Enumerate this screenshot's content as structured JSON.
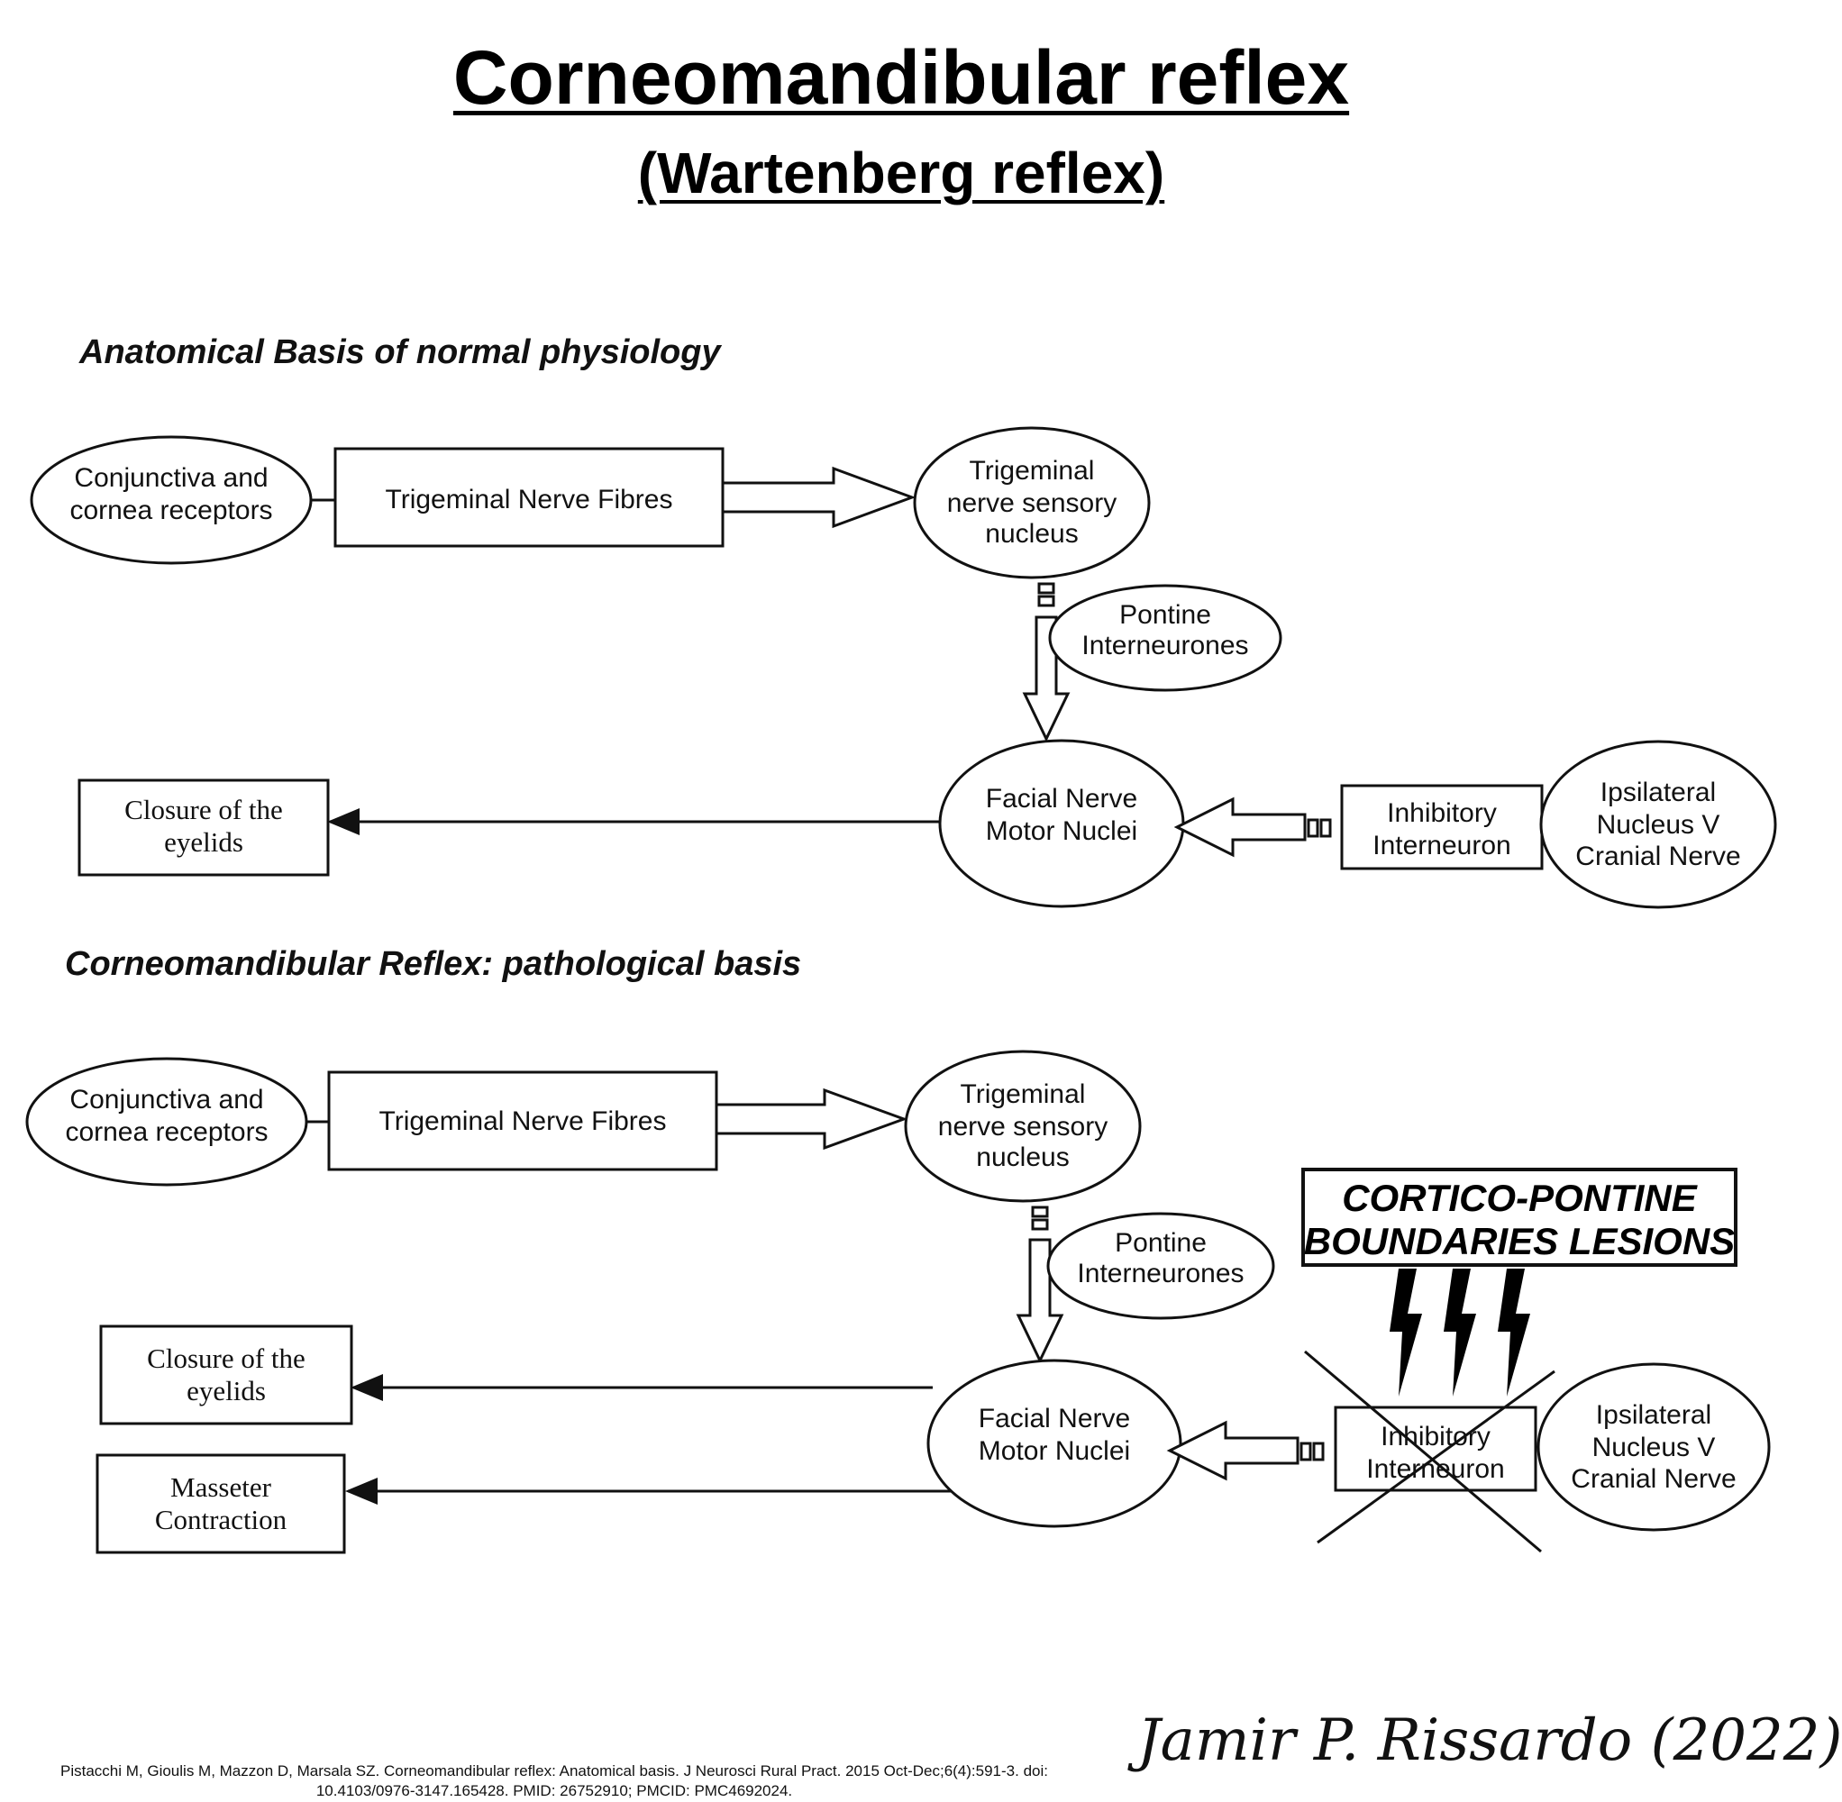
{
  "title": "Corneomandibular reflex",
  "subtitle": "(Wartenberg reflex)",
  "normal": {
    "heading": "Anatomical Basis of normal physiology",
    "receptors": [
      "Conjunctiva and",
      "cornea receptors"
    ],
    "fibres": "Trigeminal Nerve Fibres",
    "sensory_nucleus": [
      "Trigeminal",
      "nerve sensory",
      "nucleus"
    ],
    "interneurones": [
      "Pontine",
      "Interneurones"
    ],
    "motor_nuclei": [
      "Facial Nerve",
      "Motor Nuclei"
    ],
    "closure": [
      "Closure of the",
      "eyelids"
    ],
    "inhibitory": [
      "Inhibitory",
      "Interneuron"
    ],
    "ipsilateral": [
      "Ipsilateral",
      "Nucleus V",
      "Cranial Nerve"
    ]
  },
  "pathological": {
    "heading": "Corneomandibular Reflex: pathological basis",
    "receptors": [
      "Conjunctiva and",
      "cornea receptors"
    ],
    "fibres": "Trigeminal Nerve Fibres",
    "sensory_nucleus": [
      "Trigeminal",
      "nerve sensory",
      "nucleus"
    ],
    "interneurones": [
      "Pontine",
      "Interneurones"
    ],
    "lesion": [
      "CORTICO-PONTINE",
      "BOUNDARIES LESIONS"
    ],
    "closure": [
      "Closure of the",
      "eyelids"
    ],
    "masseter": [
      "Masseter",
      "Contraction"
    ],
    "motor_nuclei": [
      "Facial Nerve",
      "Motor Nuclei"
    ],
    "inhibitory": [
      "Inhibitory",
      "Interneuron"
    ],
    "ipsilateral": [
      "Ipsilateral",
      "Nucleus V",
      "Cranial Nerve"
    ]
  },
  "citation": "Pistacchi M, Gioulis M, Mazzon D, Marsala SZ. Corneomandibular reflex: Anatomical basis. J Neurosci Rural Pract. 2015 Oct-Dec;6(4):591-3. doi: 10.4103/0976-3147.165428. PMID: 26752910; PMCID: PMC4692024.",
  "signature": "Jamir P. Rissardo (2022)"
}
